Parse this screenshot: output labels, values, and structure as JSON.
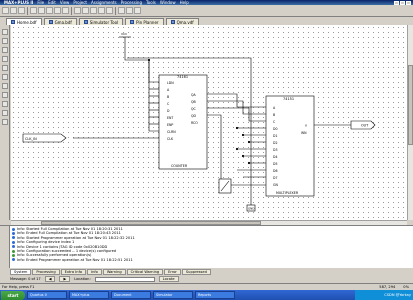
{
  "window": {
    "title": "MAX+PLUS II"
  },
  "menu": [
    "File",
    "Edit",
    "View",
    "Project",
    "Assignments",
    "Processing",
    "Tools",
    "Window",
    "Help"
  ],
  "doc_tabs": [
    {
      "label": "Home.bdf",
      "active": true
    },
    {
      "label": "Gma.bdf",
      "active": false
    },
    {
      "label": "Simulator Tool",
      "active": false
    },
    {
      "label": "Pin Planner",
      "active": false
    },
    {
      "label": "Qma.vdf",
      "active": false
    }
  ],
  "schematic": {
    "counter": {
      "name": "74161",
      "label": "COUNTER",
      "pins_left": [
        "LDN",
        "A",
        "B",
        "C",
        "D",
        "ENT",
        "ENP",
        "CLRN",
        "CLK"
      ],
      "pins_right": [
        "QA",
        "QB",
        "QC",
        "QD",
        "RCO"
      ]
    },
    "mux": {
      "name": "74151",
      "label": "MULTIPLEXER",
      "pins_left": [
        "A",
        "B",
        "C",
        "D0",
        "D1",
        "D2",
        "D3",
        "D4",
        "D5",
        "D6",
        "D7",
        "GN"
      ],
      "pins_right": [
        "Y",
        "WN"
      ]
    },
    "input_pin": "CLK_IN",
    "output_pin": "OUT",
    "vcc_label": "VCC",
    "gnd_label": "GND"
  },
  "messages": [
    "Info: Started Full Compilation at Tue Nov 01 18:20:31 2011",
    "Info: Ended Full Compilation at Tue Nov 01 18:20:43 2011",
    "Info: Started Programmer operation at Tue Nov 01 18:22:32 2011",
    "Info: Configuring device index 1",
    "Info: Device 1 contains JTAG ID code 0x020B10DD",
    "Info: Configuration succeeded -- 1 device(s) configured",
    "Info: Successfully performed operation(s)",
    "Info: Ended Programmer operation at Tue Nov 01 18:22:51 2011"
  ],
  "message_tabs": [
    {
      "label": "System",
      "active": true
    },
    {
      "label": "Processing"
    },
    {
      "label": "Extra Info"
    },
    {
      "label": "Info"
    },
    {
      "label": "Warning"
    },
    {
      "label": "Critical Warning"
    },
    {
      "label": "Error"
    },
    {
      "label": "Suppressed"
    }
  ],
  "message_nav": {
    "count_label": "Message: 0 of 17",
    "location_label": "Location:",
    "locate_btn": "Locate"
  },
  "status": {
    "left": "For Help, press F1",
    "right_1": "587, 294",
    "right_2": "0%"
  },
  "taskbar": {
    "start": "start",
    "tasks": [
      "Quartus II",
      "MAX+plus",
      "Document",
      "Simulator",
      "Reports"
    ],
    "tray": "CSDN @Yorkay"
  }
}
